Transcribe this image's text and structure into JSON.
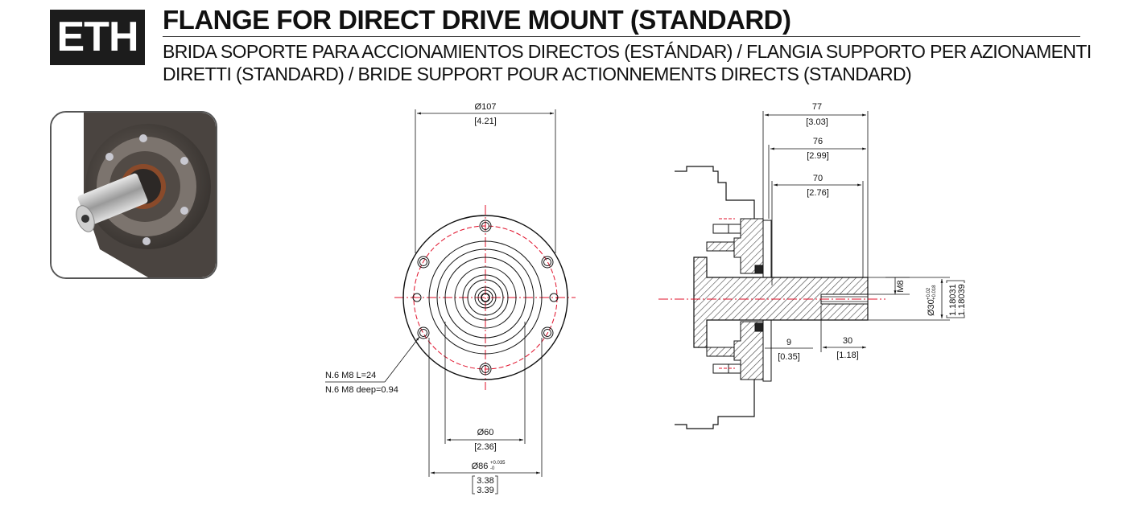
{
  "header": {
    "code": "ETH",
    "title": "FLANGE FOR DIRECT DRIVE MOUNT (STANDARD)",
    "subtitle": "BRIDA SOPORTE PARA ACCIONAMIENTOS DIRECTOS (ESTÁNDAR) / FLANGIA SUPPORTO PER AZIONAMENTI DIRETTI (STANDARD) / BRIDE SUPPORT POUR ACTIONNEMENTS DIRECTS (STANDARD)"
  },
  "front_view": {
    "d107": "Ø107",
    "d107_in": "[4.21]",
    "d60": "Ø60",
    "d60_in": "[2.36]",
    "d86": "Ø86",
    "d86_tol_upper": "+0.035",
    "d86_tol_lower": "-0",
    "d86_in_1": "3.38",
    "d86_in_2": "3.39",
    "holes_1": "N.6 M8 L=24",
    "holes_2": "N.6 M8 deep=0.94"
  },
  "side_view": {
    "l77": "77",
    "l77_in": "[3.03]",
    "l76": "76",
    "l76_in": "[2.99]",
    "l70": "70",
    "l70_in": "[2.76]",
    "m8": "M8",
    "shaft": "Ø30",
    "shaft_tol_upper": "+0.02",
    "shaft_tol_lower": "+0.018",
    "shaft_in_1": "1.18031",
    "shaft_in_2": "1.18039",
    "l9": "9",
    "l9_in": "[0.35]",
    "l30": "30",
    "l30_in": "[1.18]"
  },
  "colors": {
    "centerline": "#e0102a",
    "line": "#111111",
    "code_bg": "#1c1c1c"
  }
}
